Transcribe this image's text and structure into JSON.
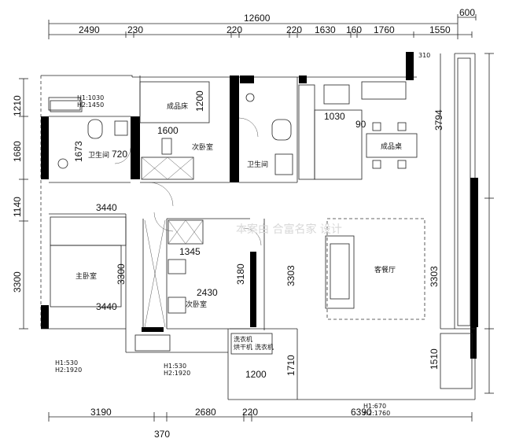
{
  "dimensions": {
    "top_total": "12600",
    "top_right": "600",
    "top_segments": [
      "2490",
      "230",
      "220",
      "220",
      "1630",
      "160",
      "1760",
      "1550"
    ],
    "left": [
      "1210",
      "1680",
      "1140",
      "3300"
    ],
    "right": [
      "3794",
      "3303",
      "1510"
    ],
    "bottom": [
      "3190",
      "2680",
      "220",
      "6390"
    ],
    "bottom_extra": "370",
    "interior": {
      "d1200": "1200",
      "d1600": "1600",
      "d1673": "1673",
      "d720": "720",
      "d3440a": "3440",
      "d3440b": "3440",
      "d1345": "1345",
      "d3300": "3300",
      "d3180": "3180",
      "d2430": "2430",
      "d3303": "3303",
      "d1030": "1030",
      "d90": "90",
      "d310": "310",
      "d1710": "1710",
      "d1200b": "1200"
    }
  },
  "rooms": {
    "master_bedroom": "主卧室",
    "second_bedroom_top": "次卧室",
    "second_bedroom_bottom": "次卧室",
    "bathroom_left": "卫生间",
    "bathroom_mid": "卫生间",
    "living_room": "客餐厅",
    "wardrobe": "成品床",
    "dining_table": "成品桌",
    "laundry_1": "洗衣机",
    "laundry_2": "烘干机",
    "laundry_3": "洗衣机"
  },
  "window_notes": {
    "top_left": [
      "H1:1030",
      "H2:1450"
    ],
    "bottom_left": [
      "H1:530",
      "H2:1920"
    ],
    "bottom_mid": [
      "H1:530",
      "H2:1920"
    ],
    "bottom_right": [
      "H1:670",
      "H2:1760"
    ]
  },
  "watermark": "本案由 合富名家 设计",
  "colors": {
    "wall": "#000000",
    "line": "#222222"
  }
}
